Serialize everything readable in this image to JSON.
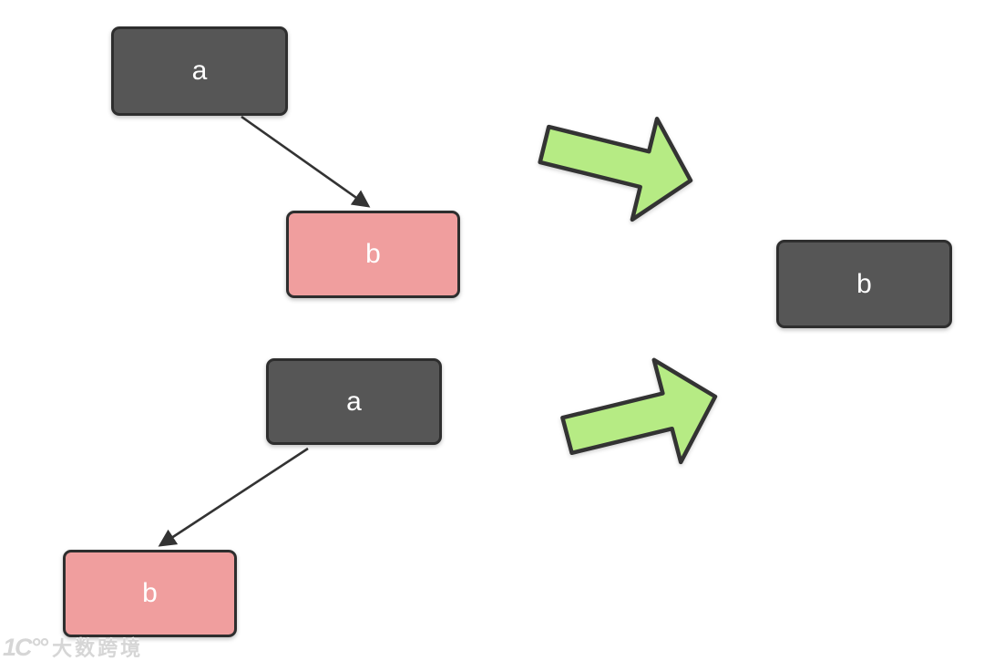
{
  "diagram": {
    "title_hint": "two a-to-b mappings transform into a single b",
    "nodes": {
      "a1": "a",
      "b1": "b",
      "a2": "a",
      "b2": "b",
      "b3": "b"
    },
    "edges": [
      {
        "from": "a1",
        "to": "b1",
        "style": "thin-arrow"
      },
      {
        "from": "a2",
        "to": "b2",
        "style": "thin-arrow"
      }
    ],
    "transform_arrows": [
      {
        "direction": "right-down",
        "style": "green-block-arrow"
      },
      {
        "direction": "right-up",
        "style": "green-block-arrow"
      }
    ]
  },
  "watermark": {
    "logo": "1Ϲ°°",
    "text": "大数跨境"
  },
  "colors": {
    "background": "#ffffff",
    "dark_node": "#565656",
    "pink_node": "#f09e9e",
    "green_arrow_fill": "#b6eb84",
    "shape_outline": "#2e2e2e",
    "connector": "#333333",
    "node_label": "#ffffff",
    "watermark": "#d6d6d6"
  }
}
